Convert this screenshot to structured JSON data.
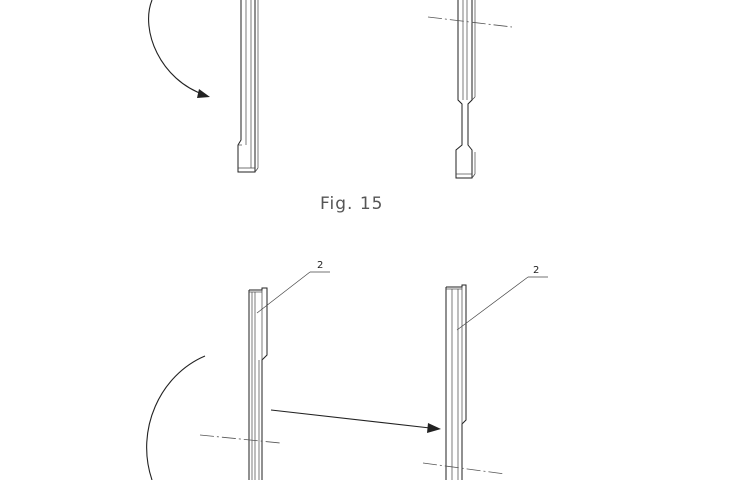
{
  "figure_caption": "Fig. 15",
  "reference_labels": [
    "2",
    "2"
  ]
}
